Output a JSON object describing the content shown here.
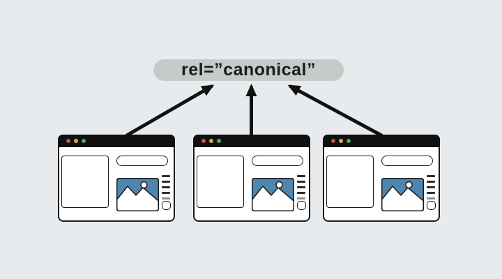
{
  "canonical_label": {
    "text": "rel=”canonical”"
  },
  "colors": {
    "background": "#e8ebee",
    "label_bg": "#c6cbca",
    "label_text": "#1c1c1e",
    "outline": "#1a1a1a",
    "titlebar": "#101010",
    "dot_red": "#bf574d",
    "dot_yellow": "#d9a84e",
    "dot_green": "#5d9d6b",
    "image_blue": "#4e86b0",
    "arrow": "#111111",
    "grey_line": "#8f8f8f"
  },
  "windows": [
    {
      "id": "duplicate-page-1"
    },
    {
      "id": "duplicate-page-2"
    },
    {
      "id": "duplicate-page-3"
    }
  ],
  "arrows": [
    {
      "from": "duplicate-page-1",
      "to": "canonical-label"
    },
    {
      "from": "duplicate-page-2",
      "to": "canonical-label"
    },
    {
      "from": "duplicate-page-3",
      "to": "canonical-label"
    }
  ]
}
